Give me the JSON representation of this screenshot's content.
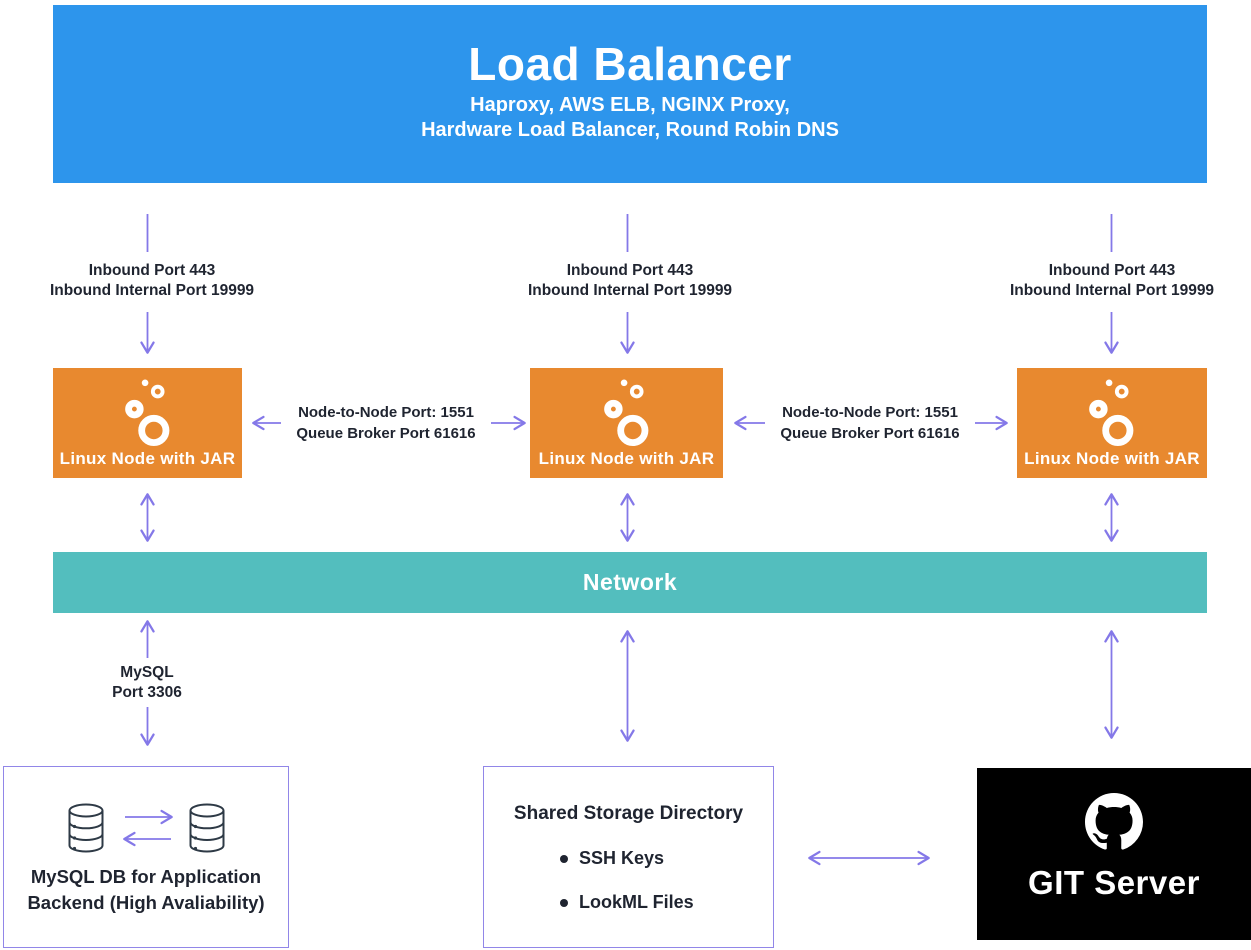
{
  "load_balancer": {
    "title": "Load Balancer",
    "subtitle_line1": "Haproxy, AWS ELB, NGINX Proxy,",
    "subtitle_line2": "Hardware Load Balancer, Round Robin DNS"
  },
  "inbound_label": {
    "line1": "Inbound Port 443",
    "line2": "Inbound Internal Port 19999"
  },
  "node_box": {
    "label": "Linux Node with JAR"
  },
  "node_link": {
    "line1": "Node-to-Node Port: 1551",
    "line2": "Queue Broker Port 61616"
  },
  "network": {
    "label": "Network"
  },
  "mysql_link": {
    "line1": "MySQL",
    "line2": "Port 3306"
  },
  "mysql_box": {
    "line1": "MySQL DB for Application",
    "line2": "Backend (High Avaliability)"
  },
  "storage_box": {
    "title": "Shared Storage Directory",
    "items": [
      "SSH Keys",
      "LookML Files"
    ]
  },
  "git_box": {
    "label": "GIT Server"
  },
  "icons": {
    "node": "looker-bubbles-icon",
    "database": "database-cylinder-icon",
    "git": "github-octocat-icon"
  },
  "colors": {
    "banner-blue": "#2D95EC",
    "node-orange": "#E8892F",
    "network-teal": "#53BEBE",
    "arrow-purple": "#8478E8",
    "box-border-purple": "#9186E8",
    "git-black": "#000000",
    "ink": "#1F2430",
    "white": "#FFFFFF"
  }
}
